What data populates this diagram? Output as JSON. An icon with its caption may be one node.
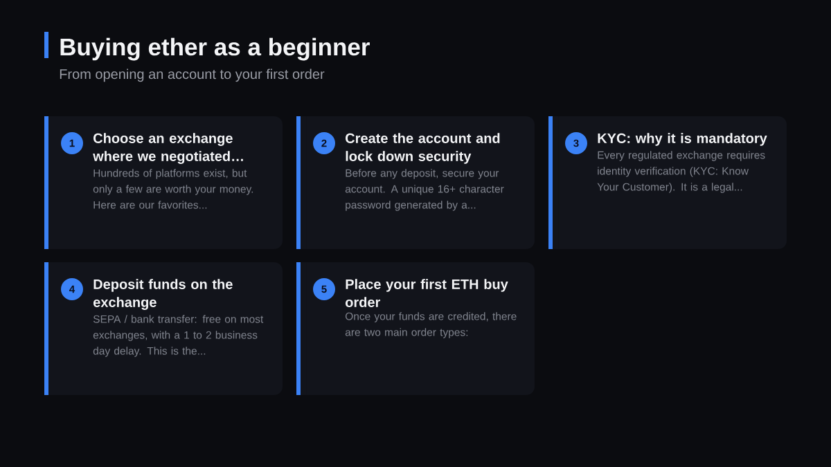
{
  "diagram": {
    "title": "Buying ether as a beginner",
    "nodes": [
      {
        "text": [
          "Choose an exchange where we negotiated…",
          "Hundreds of platforms exist, but only a few are worth your money. Here are our favorites..."
        ]
      },
      {
        "text": [
          "1"
        ],
        "in": 0
      },
      {
        "text": [
          "Create the account and lock down security",
          "Before any deposit, secure your account. A unique 16+ character password generated by a..."
        ]
      },
      {
        "text": [
          "2"
        ],
        "in": 2
      },
      {
        "text": [
          "KYC: why it is mandatory",
          "Every regulated exchange requires identity verification (KYC: Know Your Customer). It is a legal..."
        ]
      },
      {
        "text": [
          "3"
        ],
        "in": 4
      },
      {
        "text": [
          "Deposit funds on the exchange",
          "SEPA / bank transfer: free on most exchanges, with a 1 to 2 business day delay. This is the..."
        ]
      },
      {
        "text": [
          "4"
        ],
        "in": 6
      },
      {
        "text": [
          "Place your first ETH buy order",
          "Once your funds are credited, there are two main order types:"
        ]
      },
      {
        "text": [
          "5"
        ],
        "in": 8
      }
    ],
    "labels": [
      "From opening an account to your first order"
    ]
  }
}
